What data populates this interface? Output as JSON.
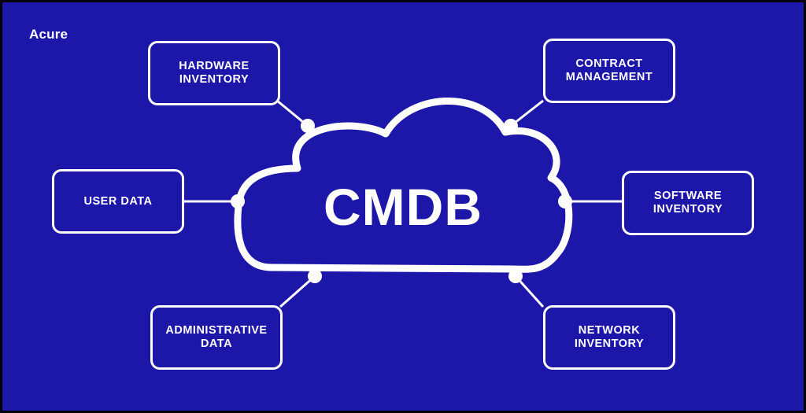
{
  "brand": {
    "logo_text": "Acure"
  },
  "center": {
    "label": "CMDB"
  },
  "nodes": [
    {
      "id": "hardware-inventory",
      "label": "HARDWARE\nINVENTORY"
    },
    {
      "id": "contract-management",
      "label": "CONTRACT\nMANAGEMENT"
    },
    {
      "id": "user-data",
      "label": "USER DATA"
    },
    {
      "id": "software-inventory",
      "label": "SOFTWARE\nINVENTORY"
    },
    {
      "id": "administrative-data",
      "label": "ADMINISTRATIVE\nDATA"
    },
    {
      "id": "network-inventory",
      "label": "NETWORK\nINVENTORY"
    }
  ],
  "colors": {
    "background": "#1c17a8",
    "frame": "#000000",
    "foreground": "#ffffff"
  }
}
